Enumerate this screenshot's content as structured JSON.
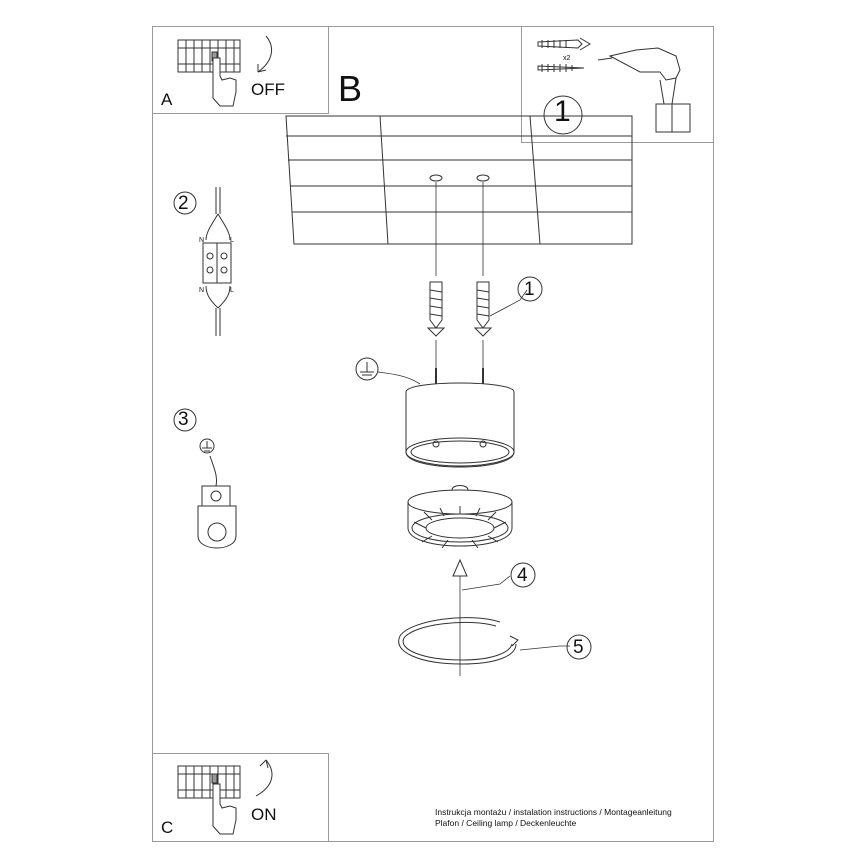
{
  "panels": {
    "A": {
      "letter": "A",
      "switch_label": "OFF"
    },
    "B": {
      "letter": "B"
    },
    "C": {
      "letter": "C",
      "switch_label": "ON"
    },
    "tools": {
      "step": "1",
      "quantity": "x2"
    }
  },
  "steps": {
    "step2": "2",
    "step3": "3",
    "callout1": "1",
    "callout4": "4",
    "callout5": "5"
  },
  "wiring": {
    "neutral": "N",
    "live": "L"
  },
  "caption": {
    "line1": "Instrukcja montażu / instalation instructions / Montageanleitung",
    "line2": "Plafon / Ceiling lamp / Deckenleuchte"
  }
}
